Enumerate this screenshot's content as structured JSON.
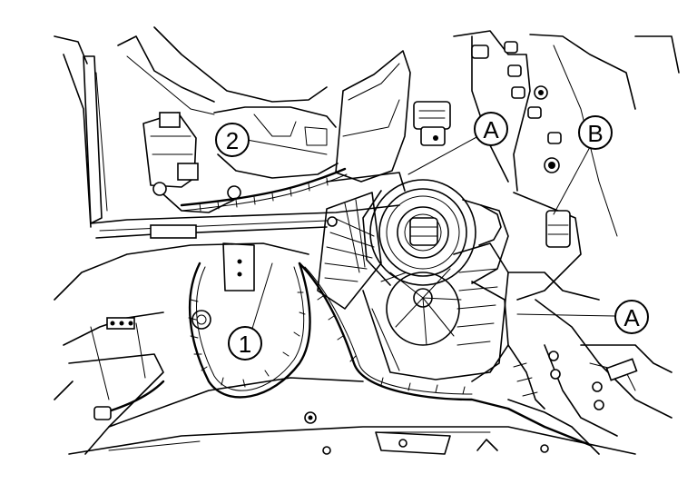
{
  "callouts": [
    {
      "id": "1",
      "label": "1"
    },
    {
      "id": "2",
      "label": "2"
    },
    {
      "id": "A-top",
      "label": "A"
    },
    {
      "id": "B",
      "label": "B"
    },
    {
      "id": "A-right",
      "label": "A"
    }
  ],
  "colors": {
    "line": "#000000",
    "background": "#ffffff"
  }
}
